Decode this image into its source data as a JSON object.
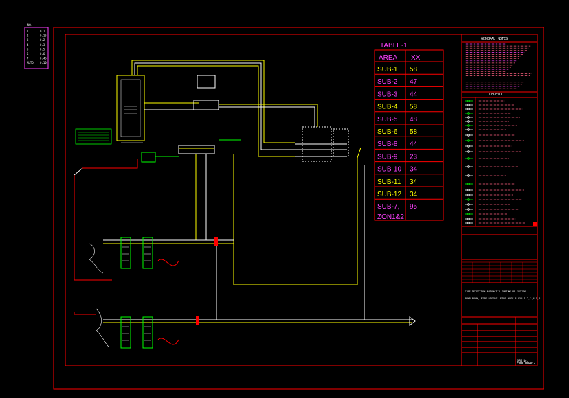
{
  "layer_legend": {
    "header": "NO.",
    "rows": [
      {
        "no": "1",
        "val": "0.1"
      },
      {
        "no": "2",
        "val": "0.15"
      },
      {
        "no": "3",
        "val": "0.2"
      },
      {
        "no": "4",
        "val": "0.3"
      },
      {
        "no": "5",
        "val": "0.5"
      },
      {
        "no": "6",
        "val": "0.6"
      },
      {
        "no": "7",
        "val": "0.45"
      },
      {
        "no": "AUTO",
        "val": "0.10"
      }
    ]
  },
  "area_table": {
    "title": "TABLE-1",
    "headers": [
      "AREA",
      "XX"
    ],
    "rows": [
      {
        "area": "SUB-1",
        "xx": "58",
        "color": "#ffff00"
      },
      {
        "area": "SUB-2",
        "xx": "47",
        "color": "#ff40ff"
      },
      {
        "area": "SUB-3",
        "xx": "44",
        "color": "#ff40ff"
      },
      {
        "area": "SUB-4",
        "xx": "58",
        "color": "#ffff00"
      },
      {
        "area": "SUB-5",
        "xx": "48",
        "color": "#ff40ff"
      },
      {
        "area": "SUB-6",
        "xx": "58",
        "color": "#ffff00"
      },
      {
        "area": "SUB-8",
        "xx": "44",
        "color": "#ff40ff"
      },
      {
        "area": "SUB-9",
        "xx": "23",
        "color": "#ff40ff"
      },
      {
        "area": "SUB-10",
        "xx": "34",
        "color": "#ff40ff"
      },
      {
        "area": "SUB-11",
        "xx": "34",
        "color": "#ffff00"
      },
      {
        "area": "SUB-12",
        "xx": "34",
        "color": "#ffff00"
      },
      {
        "area": "SUB-7, ZON1&2",
        "xx": "95",
        "color": "#ff40ff"
      }
    ]
  },
  "notes": {
    "title": "GENERAL NOTES",
    "legend_title": "LEGEND"
  },
  "title_block": {
    "project_line1": "FIRE DETECTION AUTOMATIC SPRINKLER SYSTEM",
    "project_line2": "PUMP ROOM, PIPE RISERS, FIRE HOSE & SUB-1,2,3,4,5,6",
    "drawing_no_label": "DRG No.",
    "drawing_no": "FMD M0402"
  },
  "colors": {
    "background": "#000000",
    "frame": "#ff0000",
    "pipe_yellow": "#ffff00",
    "green": "#00ff00",
    "magenta": "#ff40ff",
    "cyan": "#00ffff",
    "white": "#ffffff"
  }
}
